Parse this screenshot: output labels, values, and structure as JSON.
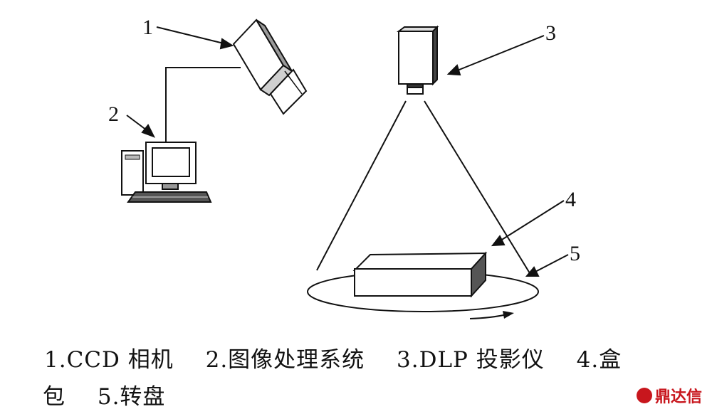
{
  "labels": {
    "n1": "1",
    "n2": "2",
    "n3": "3",
    "n4": "4",
    "n5": "5"
  },
  "caption": {
    "item1": "1.CCD 相机",
    "item2": "2.图像处理系统",
    "item3": "3.DLP 投影仪",
    "item4a": "4.盒",
    "item4b": "包",
    "item5": "5.转盘"
  },
  "watermark": {
    "text": "鼎达信"
  }
}
